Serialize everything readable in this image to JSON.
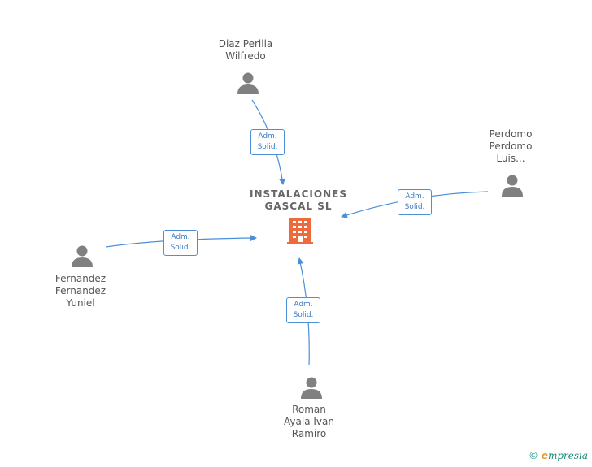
{
  "company": {
    "name": "INSTALACIONES\nGASCAL  SL",
    "color": "#ec6a3c"
  },
  "persons": [
    {
      "id": "diaz",
      "name": "Diaz Perilla\nWilfredo"
    },
    {
      "id": "perdomo",
      "name": "Perdomo\nPerdomo\nLuis..."
    },
    {
      "id": "fernandez",
      "name": "Fernandez\nFernandez\nYuniel"
    },
    {
      "id": "roman",
      "name": "Roman\nAyala Ivan\nRamiro"
    }
  ],
  "edges": [
    {
      "from": "diaz",
      "label": "Adm.\nSolid."
    },
    {
      "from": "perdomo",
      "label": "Adm.\nSolid."
    },
    {
      "from": "fernandez",
      "label": "Adm.\nSolid."
    },
    {
      "from": "roman",
      "label": "Adm.\nSolid."
    }
  ],
  "footer": {
    "copyright": "©",
    "brand_initial": "e",
    "brand_rest": "mpresia"
  },
  "colors": {
    "edge": "#4a8fd8",
    "person": "#808080"
  }
}
